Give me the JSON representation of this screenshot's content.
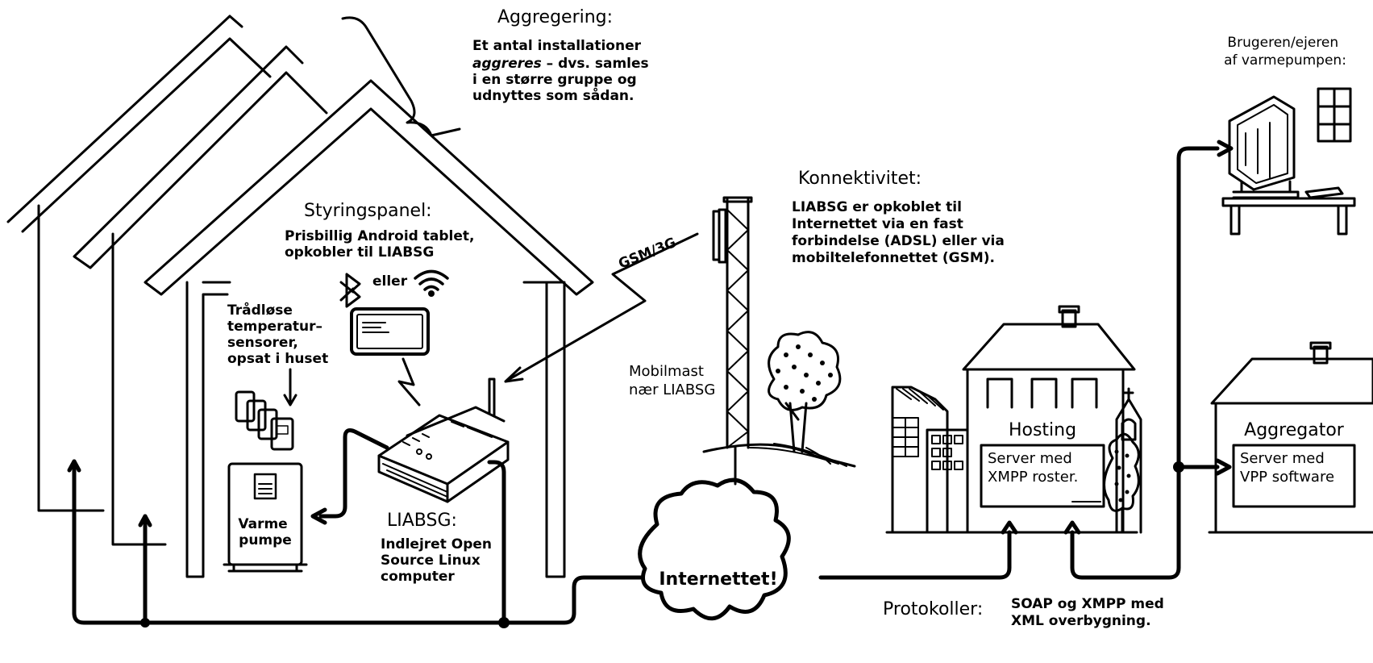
{
  "aggregering": {
    "title": "Aggregering:",
    "lines": [
      "Et antal installationer",
      "aggreres",
      " – dvs. samles",
      "i en større gruppe og",
      "udnyttes som sådan."
    ]
  },
  "styringspanel": {
    "title": "Styringspanel:",
    "lines": [
      "Prisbillig Android tablet,",
      "opkobler til LIABSG"
    ],
    "eller": "eller"
  },
  "sensors": {
    "lines": [
      "Trådløse",
      "temperatur–",
      "sensorer,",
      "opsat i huset"
    ]
  },
  "heatpump": {
    "lines": [
      "Varme",
      "pumpe"
    ]
  },
  "liabsg": {
    "title": "LIABSG:",
    "lines": [
      "Indlejret Open",
      "Source Linux",
      "computer"
    ]
  },
  "gsm_label": "GSM/3G",
  "konnektivitet": {
    "title": "Konnektivitet:",
    "lines": [
      "LIABSG er opkoblet til",
      "Internettet via en fast",
      "forbindelse (ADSL) eller via",
      "mobiltelefonnettet (GSM)."
    ]
  },
  "mobilmast": {
    "lines": [
      "Mobilmast",
      "nær LIABSG"
    ]
  },
  "internet_label": "Internettet!",
  "protokoller": {
    "title": "Protokoller:",
    "lines": [
      "SOAP og XMPP med",
      "XML overbygning."
    ]
  },
  "hosting": {
    "title": "Hosting",
    "lines": [
      "Server med",
      "XMPP roster."
    ]
  },
  "aggregator": {
    "title": "Aggregator",
    "lines": [
      "Server med",
      "VPP software"
    ]
  },
  "user": {
    "lines": [
      "Brugeren/ejeren",
      "af varmepumpen:"
    ]
  }
}
